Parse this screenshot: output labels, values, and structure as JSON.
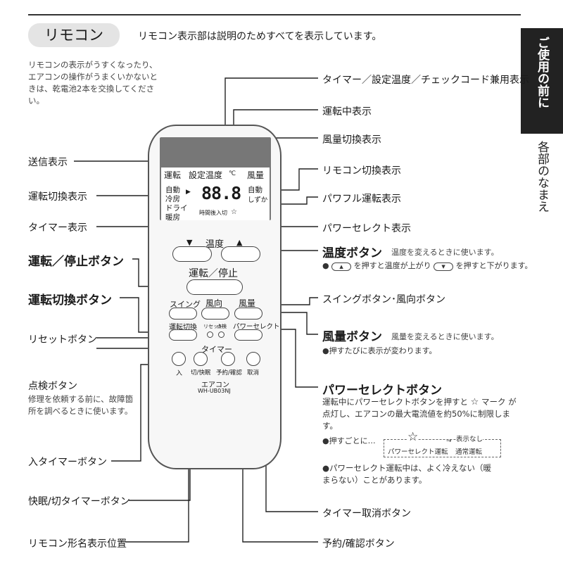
{
  "header": {
    "badge": "リモコン",
    "note": "リモコン表示部は説明のためすべてを表示しています。"
  },
  "sidebar": {
    "section": "ご使用の前に",
    "topic": "各部のなまえ"
  },
  "battery_note": "リモコンの表示がうすくなったり、エアコンの操作がうまくいかないときは、乾電池2本を交換してください。",
  "left_labels": {
    "send": "送信表示",
    "mode_disp": "運転切換表示",
    "timer_disp": "タイマー表示",
    "run_stop": "運転／停止ボタン",
    "mode_btn": "運転切換ボタン",
    "reset_btn": "リセットボタン",
    "check_btn": "点検ボタン",
    "check_desc": "修理を依頼する前に、故障箇所を調べるときに使います。",
    "timer_on": "入タイマーボタン",
    "sleep_off": "快眠/切タイマーボタン",
    "model_pos": "リモコン形名表示位置"
  },
  "right_labels": {
    "timer_temp_code": "タイマー／設定温度／チェックコード兼用表示",
    "running": "運転中表示",
    "fan_disp": "風量切換表示",
    "remote_switch": "リモコン切換表示",
    "powerful": "パワフル運転表示",
    "power_select_disp": "パワーセレクト表示",
    "temp_btn": "温度ボタン",
    "temp_desc": "温度を変えるときに使います。",
    "temp_note_1": "●",
    "temp_note_2": "を押すと温度が上がり",
    "temp_note_3": "を押すと下がります。",
    "swing_btn": "スイングボタン･風向ボタン",
    "fan_btn": "風量ボタン",
    "fan_desc": "風量を変えるときに使います。",
    "fan_note": "●押すたびに表示が変わります。",
    "ps_btn": "パワーセレクトボタン",
    "ps_desc_1": "運転中にパワーセレクトボタンを押すと",
    "ps_desc_2": "マーク",
    "ps_desc_3": "が点灯し、エアコンの最大電流値を約50%に制限します。",
    "ps_cycle_lead": "●押すごとに…",
    "ps_cycle_a": "パワーセレクト運転",
    "ps_cycle_b": "表示なし",
    "ps_cycle_c": "通常運転",
    "ps_warn": "●パワーセレクト運転中は、よく冷えない（暖まらない）ことがあります。",
    "timer_cancel": "タイマー取消ボタン",
    "reserve": "予約/確認ボタン"
  },
  "remote": {
    "lcd": {
      "mode": "運転",
      "set_temp": "設定温度",
      "celsius": "℃",
      "fan": "風量",
      "auto": "自動",
      "cool": "冷房",
      "dry": "ドライ",
      "heat": "暖房",
      "fan_auto": "自動",
      "fan_quiet": "しずか",
      "digits": "88.8",
      "timer_row": "時間後入切"
    },
    "down": "▼",
    "temp": "温度",
    "up": "▲",
    "run_stop": "運転／停止",
    "swing": "スイング",
    "direction": "風向",
    "fan": "風量",
    "mode_switch": "運転切換",
    "reset": "リセット",
    "check": "点検",
    "power_select": "パワーセレクト",
    "timer": "タイマー",
    "on": "入",
    "sleep_off": "切/快眠",
    "reserve": "予約/確認",
    "cancel": "取消",
    "brand": "エアコン",
    "model": "WH-UB03NJ"
  }
}
